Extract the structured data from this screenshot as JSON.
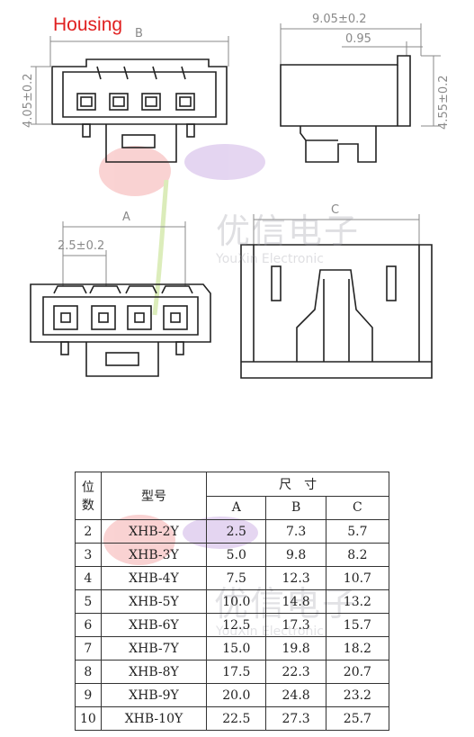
{
  "title": "Housing",
  "watermark": {
    "cn": "优信电子",
    "en": "YouXin Electronic"
  },
  "dimensions": {
    "b_label": "B",
    "a_label": "A",
    "c_label": "C",
    "length": "9.05±0.2",
    "height_front": "4.05±0.2",
    "height_side": "4.55±0.2",
    "latch": "0.95",
    "pitch": "2.5±0.2"
  },
  "table": {
    "headers": {
      "pos_top": "位",
      "pos_bottom": "数",
      "model": "型号",
      "size": "尺　寸",
      "a": "A",
      "b": "B",
      "c": "C"
    },
    "rows": [
      {
        "n": "2",
        "model": "XHB-2Y",
        "a": "2.5",
        "b": "7.3",
        "c": "5.7"
      },
      {
        "n": "3",
        "model": "XHB-3Y",
        "a": "5.0",
        "b": "9.8",
        "c": "8.2"
      },
      {
        "n": "4",
        "model": "XHB-4Y",
        "a": "7.5",
        "b": "12.3",
        "c": "10.7"
      },
      {
        "n": "5",
        "model": "XHB-5Y",
        "a": "10.0",
        "b": "14.8",
        "c": "13.2"
      },
      {
        "n": "6",
        "model": "XHB-6Y",
        "a": "12.5",
        "b": "17.3",
        "c": "15.7"
      },
      {
        "n": "7",
        "model": "XHB-7Y",
        "a": "15.0",
        "b": "19.8",
        "c": "18.2"
      },
      {
        "n": "8",
        "model": "XHB-8Y",
        "a": "17.5",
        "b": "22.3",
        "c": "20.7"
      },
      {
        "n": "9",
        "model": "XHB-9Y",
        "a": "20.0",
        "b": "24.8",
        "c": "23.2"
      },
      {
        "n": "10",
        "model": "XHB-10Y",
        "a": "22.5",
        "b": "27.3",
        "c": "25.7"
      }
    ]
  },
  "colors": {
    "line": "#222222",
    "dim": "#8a8a8a",
    "title": "#e02020"
  }
}
